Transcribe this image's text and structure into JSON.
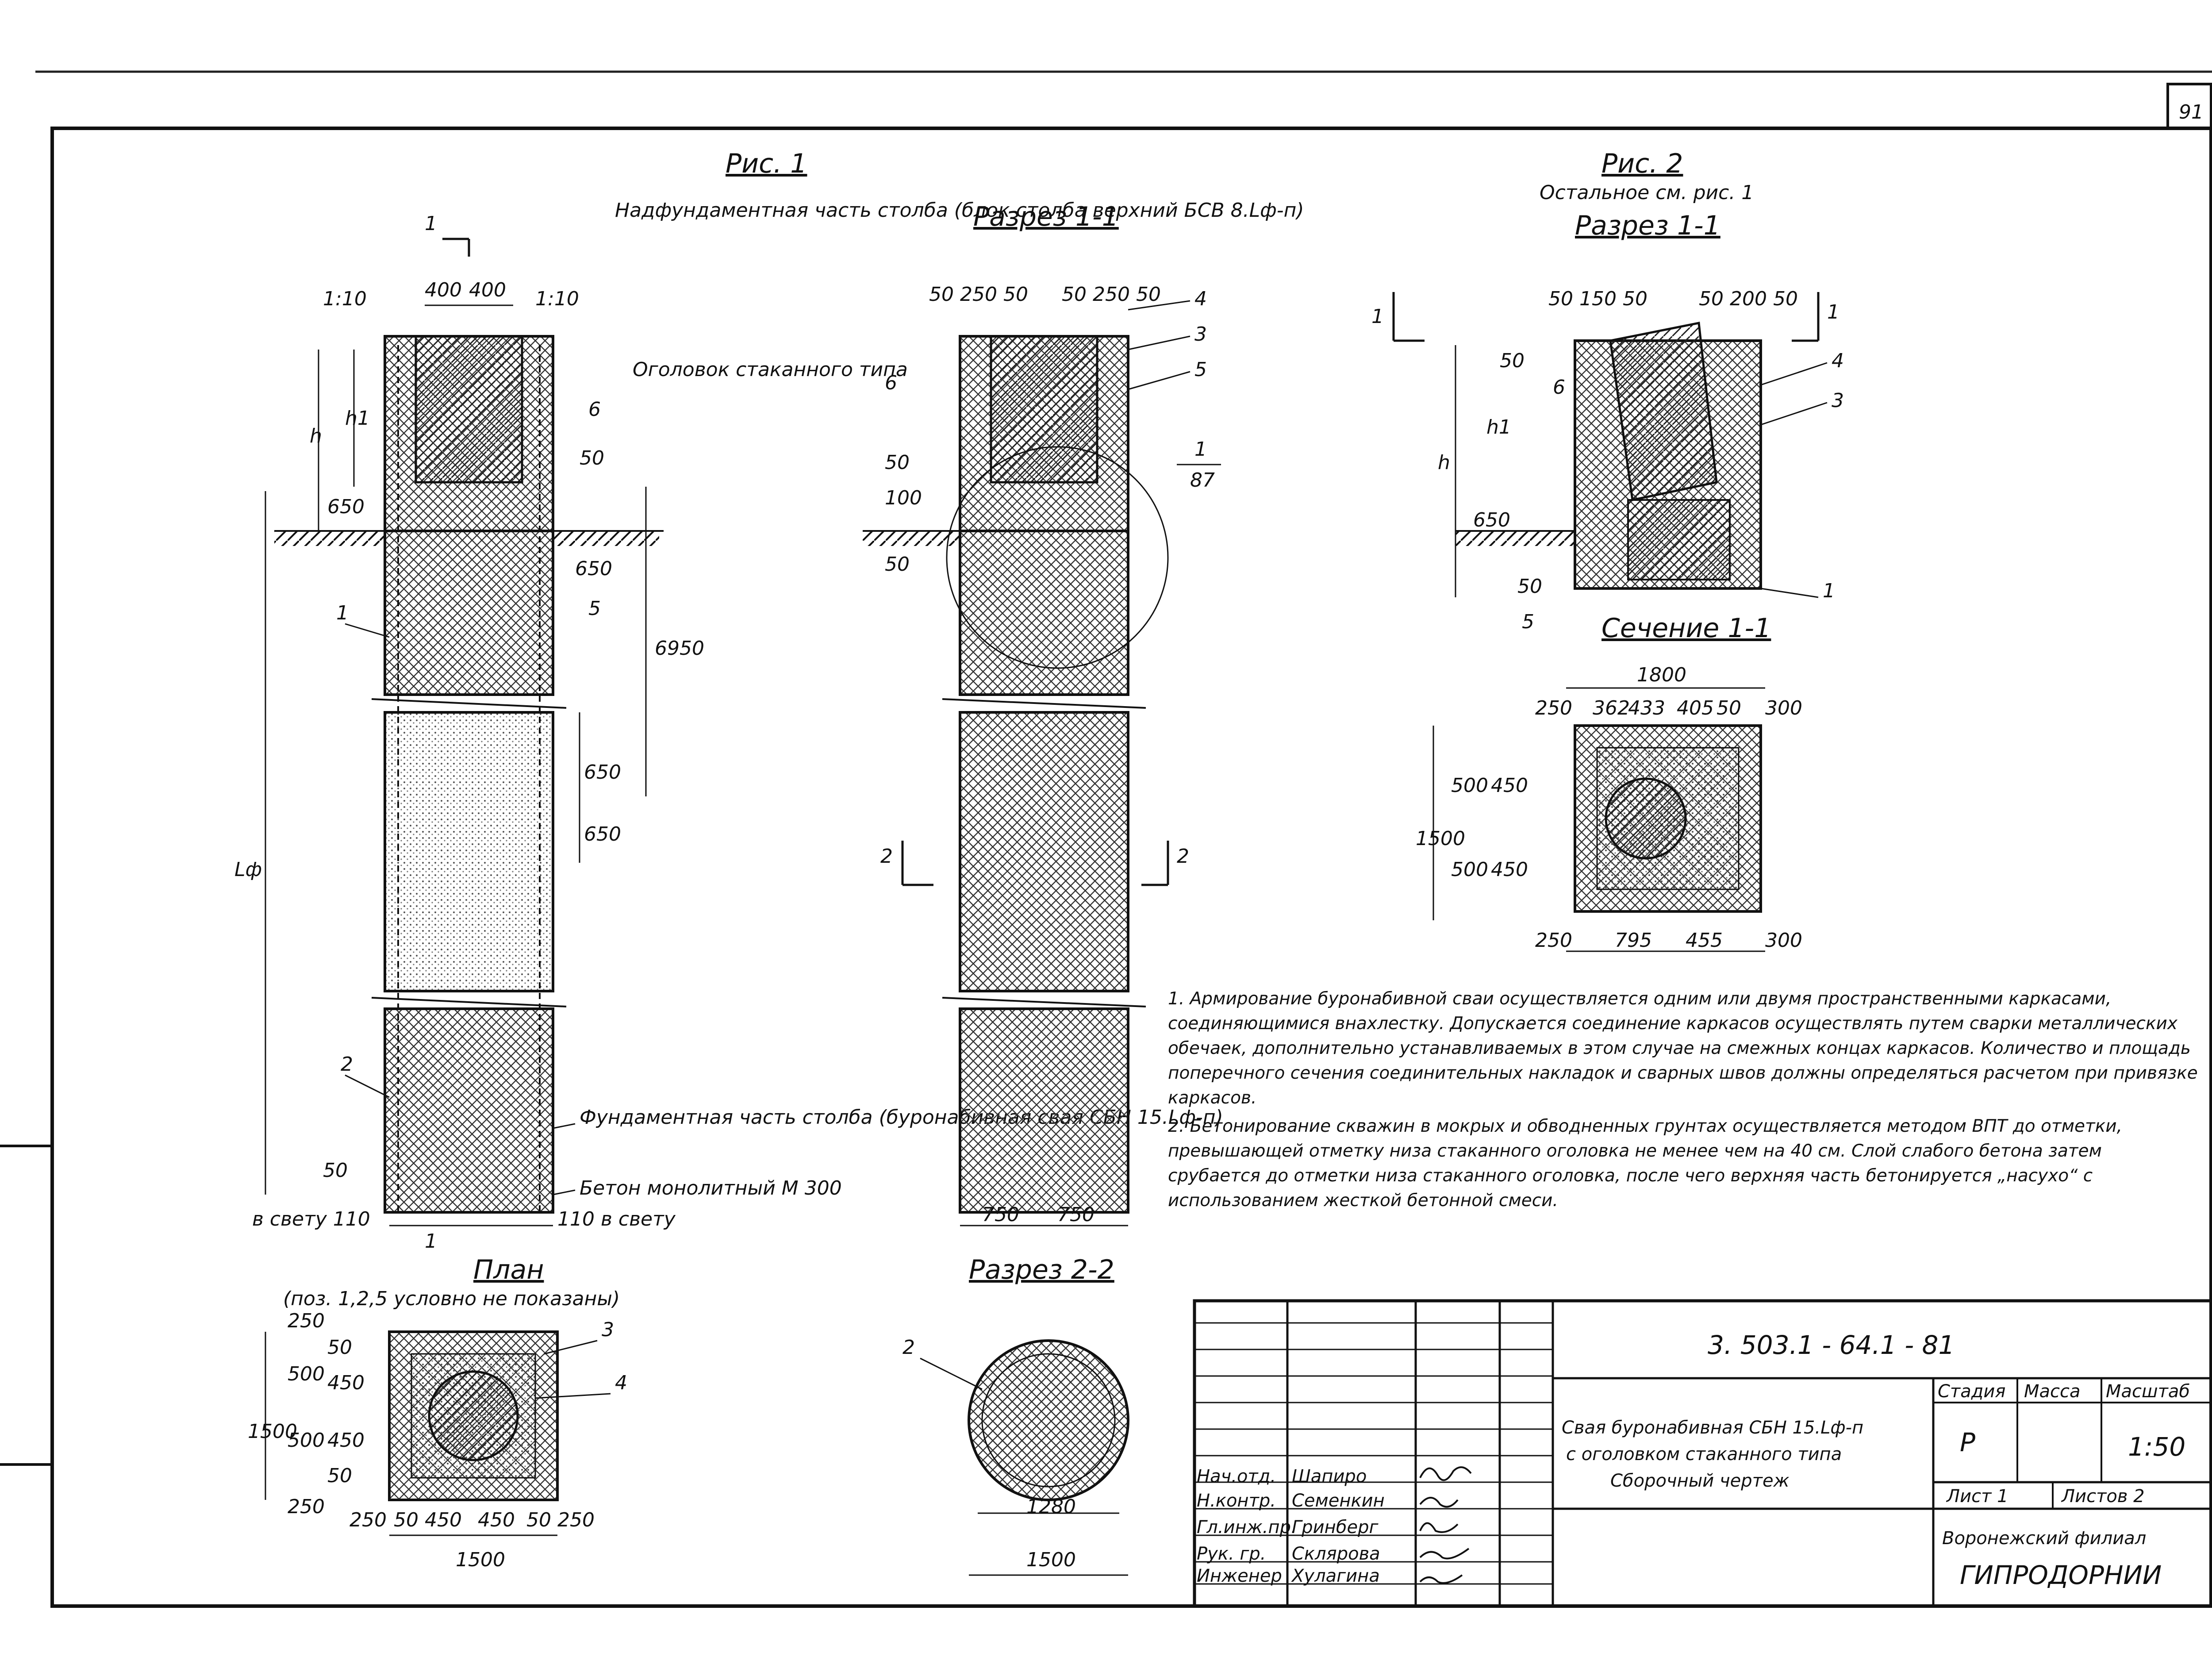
{
  "sheet": {
    "page_number": "91",
    "fig1_title": "Рис. 1",
    "fig2_title": "Рис. 2",
    "fig2_subtitle": "Остальное см. рис. 1",
    "section11_title": "Разрез 1-1",
    "section11_fig2_title": "Разрез 1-1",
    "section_cut_title": "Сечение 1-1",
    "section22_title": "Разрез 2-2",
    "plan_title": "План",
    "plan_note": "(поз. 1,2,5 условно не показаны)"
  },
  "fig1": {
    "label_above": "Надфундаментная часть столба (блок столба верхний БСВ 8.Lф-п)",
    "label_cap": "Оголовок стаканного типа",
    "label_foundation": "Фундаментная часть столба (буронабивная свая СБН 15.Lф-п)",
    "label_concrete": "Бетон монолитный М 300",
    "slope_left": "1:10",
    "slope_right": "1:10",
    "dim_400a": "400",
    "dim_400b": "400",
    "dim_h": "h",
    "dim_h1": "h1",
    "dim_650": "650",
    "dim_50": "50",
    "dim_6950": "6950",
    "dim_650b": "650",
    "dim_650c": "650",
    "dim_650d": "650",
    "dim_L": "Lф",
    "dim_50b": "50",
    "clear_left": "в свету 110",
    "clear_right": "110 в свету",
    "cut_mark_top": "1",
    "cut_mark_bot": "1",
    "pos_1": "1",
    "pos_2": "2",
    "pos_5": "5",
    "pos_6": "6"
  },
  "section11": {
    "dims_top": "50 250 50",
    "dims_top_r": "50 250 50",
    "dim_6": "6",
    "dim_100": "100",
    "dim_50a": "50",
    "dim_50b": "50",
    "pos_4": "4",
    "pos_3": "3",
    "pos_5": "5",
    "ref_1": "1",
    "ref_87": "87",
    "dim_750a": "750",
    "dim_750b": "750",
    "cut2_left": "2",
    "cut2_right": "2"
  },
  "fig2": {
    "cut1_left": "1",
    "cut1_right": "1",
    "dims_top": "50 150 50",
    "dims_top_r": "50 200 50",
    "dim_50": "50",
    "dim_h": "h",
    "dim_h1": "h1",
    "dim_650": "650",
    "dim_50b": "50",
    "pos_6": "6",
    "pos_4": "4",
    "pos_3": "3",
    "pos_5": "5",
    "pos_1": "1"
  },
  "cut11": {
    "dim_total": "1800",
    "dims_top": [
      "250",
      "362",
      "433",
      "405",
      "50",
      "300"
    ],
    "dims_bottom": [
      "250",
      "795",
      "455",
      "300"
    ],
    "dim_1500": "1500",
    "dims_left": [
      "500",
      "450",
      "500",
      "450"
    ]
  },
  "plan": {
    "dim_1500_v": "1500",
    "dims_left": [
      "250",
      "500",
      "50",
      "450",
      "500",
      "450",
      "50",
      "250"
    ],
    "dims_bottom": [
      "250",
      "50",
      "450",
      "450",
      "50",
      "250"
    ],
    "dim_1500_h": "1500",
    "pos_3": "3",
    "pos_4": "4"
  },
  "section22": {
    "dim_1280": "1280",
    "dim_1500": "1500",
    "pos_2": "2"
  },
  "notes": [
    "1. Армирование буронабивной сваи осуществляется одним или двумя пространственными каркасами, соединяющимися внахлестку. Допускается соединение каркасов осуществлять путем сварки металлических обечаек, дополнительно устанавливаемых в этом случае на смежных концах каркасов. Количество и площадь поперечного сечения соединительных накладок и сварных швов должны определяться расчетом при привязке каркасов.",
    "2. Бетонирование скважин в мокрых и обводненных грунтах осуществляется методом ВПТ до отметки, превышающей отметку низа стаканного оголовка не менее чем на 40 см. Слой слабого бетона затем срубается до отметки низа стаканного оголовка, после чего верхняя часть бетонируется „насухо“ с использованием жесткой бетонной смеси."
  ],
  "title_block": {
    "code": "3. 503.1 - 64.1 - 81",
    "name_line1": "Свая буронабивная СБН 15.Lф-п",
    "name_line2": "с оголовком стаканного типа",
    "name_line3": "Сборочный чертеж",
    "h_stage": "Стадия",
    "h_mass": "Масса",
    "h_scale": "Масштаб",
    "stage": "Р",
    "mass": "",
    "scale": "1:50",
    "sheet": "Лист 1",
    "sheets": "Листов 2",
    "org1": "Воронежский филиал",
    "org2": "ГИПРОДОРНИИ",
    "roles": [
      {
        "role": "Нач.отд.",
        "name": "Шапиро"
      },
      {
        "role": "Н.контр.",
        "name": "Семенкин"
      },
      {
        "role": "Гл.инж.пр.",
        "name": "Гринберг"
      },
      {
        "role": "Рук. гр.",
        "name": "Склярова"
      },
      {
        "role": "Инженер",
        "name": "Хулагина"
      }
    ]
  }
}
